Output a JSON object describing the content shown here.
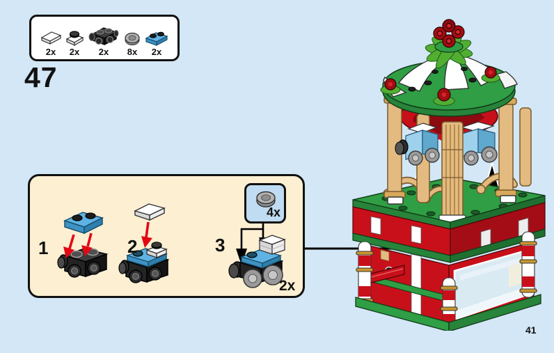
{
  "page": {
    "step_number": "47",
    "page_number": "41",
    "background_color": "#D3E7F6"
  },
  "parts_box": {
    "parts": [
      {
        "icon": "white-tile-1x2-icon",
        "count": "2x"
      },
      {
        "icon": "white-plate-with-black-round-tile-icon",
        "count": "2x"
      },
      {
        "icon": "black-brick-with-wheel-holders-icon",
        "count": "2x"
      },
      {
        "icon": "gray-wheel-icon",
        "count": "8x"
      },
      {
        "icon": "azure-plate-1x2-icon",
        "count": "2x"
      }
    ]
  },
  "assembly_panel": {
    "steps": [
      {
        "label": "1"
      },
      {
        "label": "2"
      },
      {
        "label": "3"
      }
    ],
    "wheel_callout": {
      "icon": "gray-wheel-icon",
      "count": "4x"
    },
    "repeat_count": "2x"
  },
  "model": {
    "name": "christmas-carousel",
    "colors": {
      "canopy_green": "#2F9E44",
      "body_red": "#C8101B",
      "column_tan": "#E3BA80",
      "leaf_green": "#52AE32",
      "flower_red": "#A20D12",
      "assembly_azure": "#7FC4E4",
      "wheel_gray": "#9A9A9A",
      "window_glass": "#D9EAF2",
      "arrow_red": "#E30613",
      "arrow_black": "#000000"
    }
  }
}
